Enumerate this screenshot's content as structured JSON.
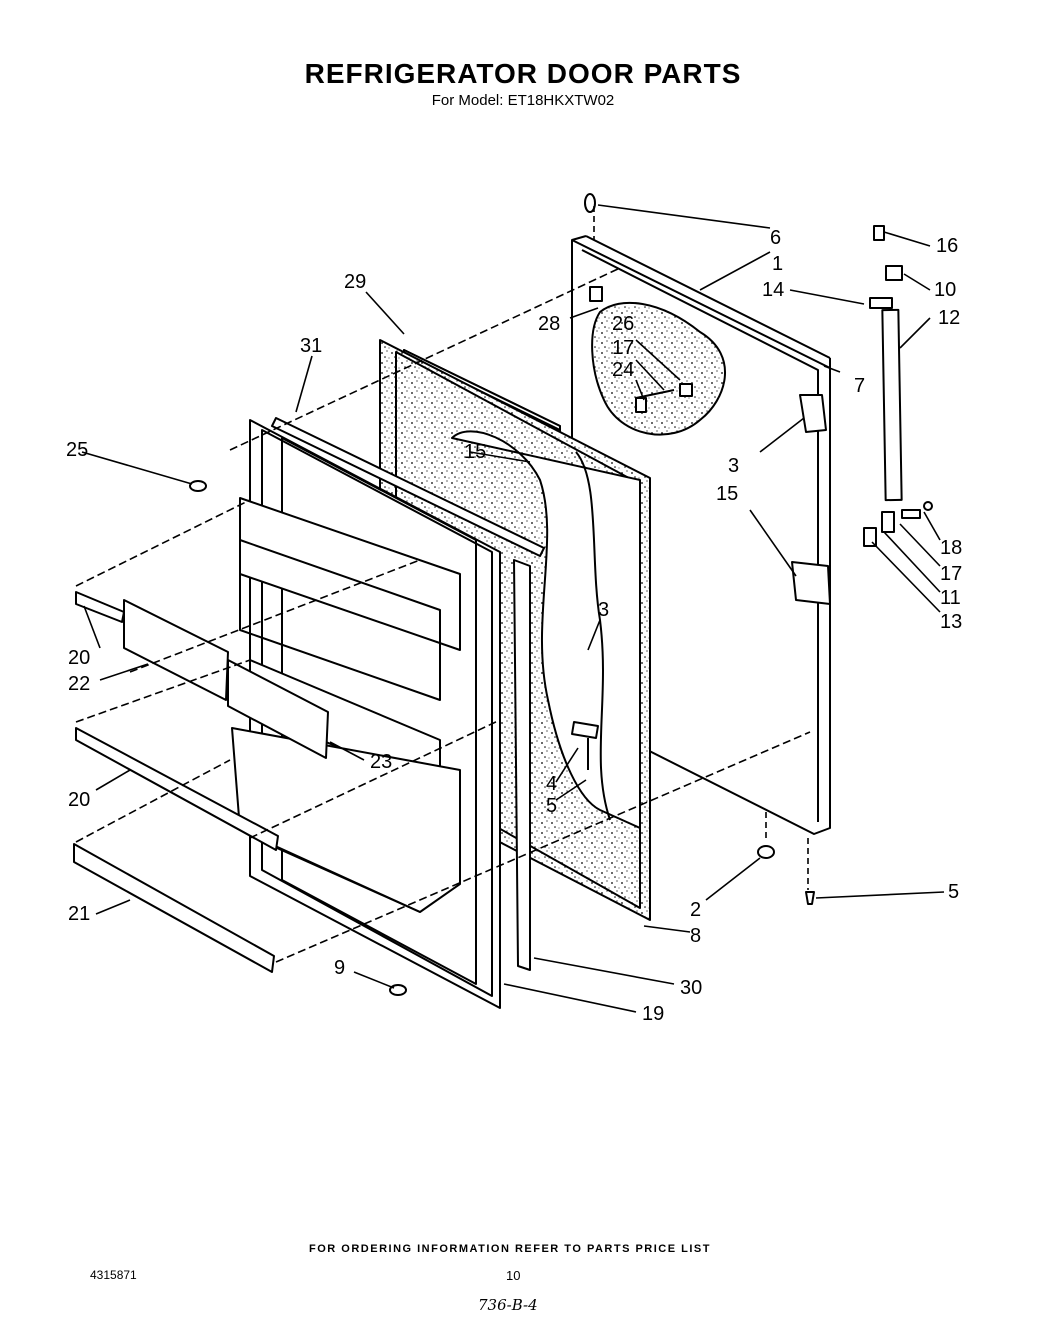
{
  "title": "REFRIGERATOR DOOR PARTS",
  "subtitle": "For Model: ET18HKXTW02",
  "footer_note": "FOR ORDERING INFORMATION REFER TO PARTS PRICE LIST",
  "doc_number": "4315871",
  "page_number": "10",
  "handwritten_note": "736-B-4",
  "callouts": [
    "1",
    "2",
    "3",
    "3",
    "4",
    "5",
    "5",
    "6",
    "7",
    "8",
    "9",
    "10",
    "11",
    "12",
    "13",
    "14",
    "15",
    "15",
    "16",
    "17",
    "17",
    "18",
    "19",
    "20",
    "20",
    "21",
    "22",
    "23",
    "24",
    "25",
    "26",
    "28",
    "29",
    "30",
    "31"
  ]
}
